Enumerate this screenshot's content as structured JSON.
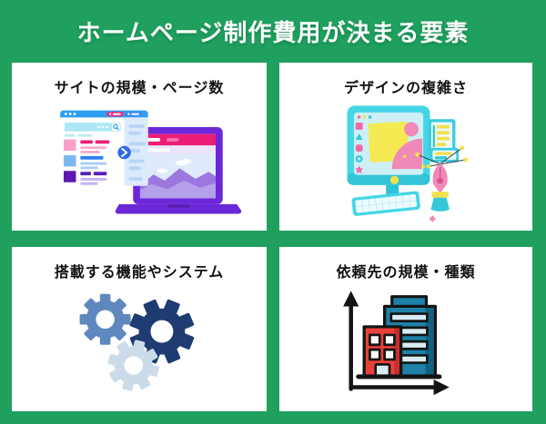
{
  "title": "ホームページ制作費用が決まる要素",
  "theme": {
    "background_green": "#1fa05f",
    "card_background": "#ffffff",
    "title_color": "#ffffff",
    "heading_color": "#111111",
    "accent_pink": "#e91e77",
    "accent_blue": "#2e9ff2",
    "accent_purple": "#6c28d8",
    "accent_cyan": "#45d6e6",
    "accent_yellow": "#f2e04a",
    "gear_dark_blue": "#1e3c72",
    "gear_mid_blue": "#5e88be",
    "gear_light_blue": "#ccdbea",
    "building_teal": "#1d81a8",
    "building_red": "#e8403a"
  },
  "cards": [
    {
      "id": "site-scale",
      "heading": "サイトの規模・ページ数",
      "illustration": "browser-windows-on-laptop"
    },
    {
      "id": "design-complexity",
      "heading": "デザインの複雑さ",
      "illustration": "design-monitor-with-pen-tool"
    },
    {
      "id": "features-systems",
      "heading": "搭載する機能やシステム",
      "illustration": "three-gears"
    },
    {
      "id": "vendor-scale-type",
      "heading": "依頼先の規模・種類",
      "illustration": "office-buildings-on-chart-axes"
    }
  ]
}
